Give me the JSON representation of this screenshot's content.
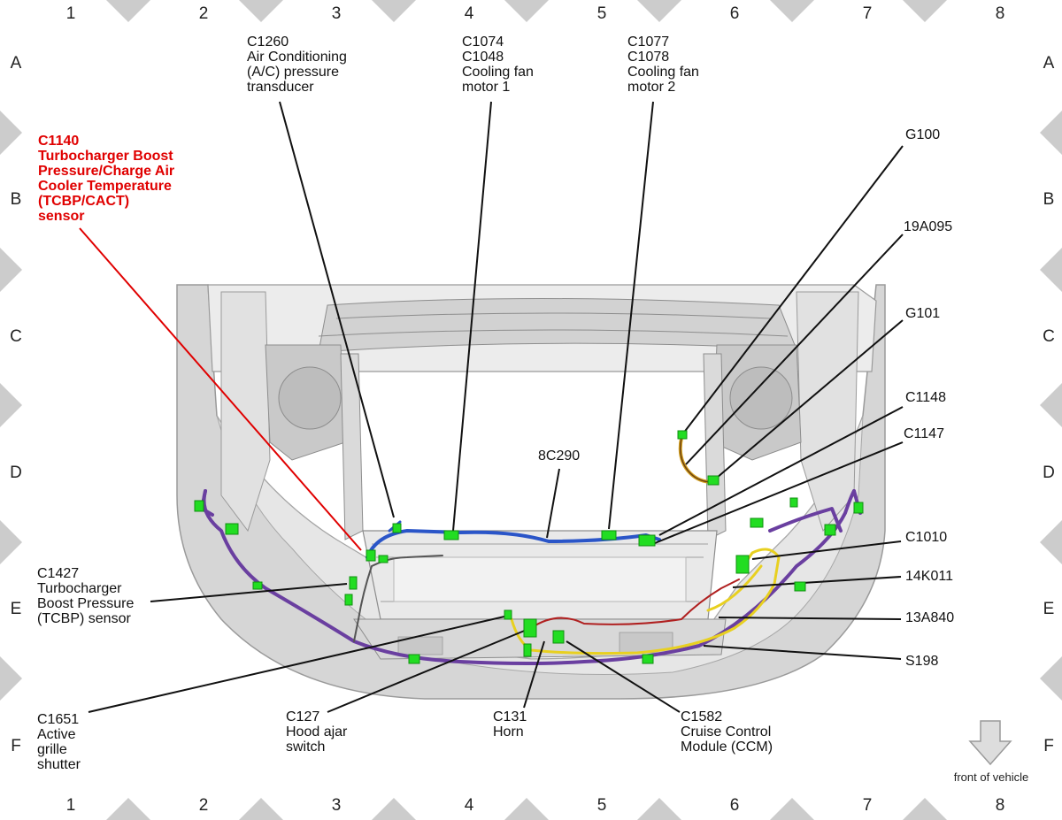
{
  "grid": {
    "columns": [
      "1",
      "2",
      "3",
      "4",
      "5",
      "6",
      "7",
      "8"
    ],
    "rows": [
      "A",
      "B",
      "C",
      "D",
      "E",
      "F"
    ]
  },
  "callouts": {
    "c1260": [
      "C1260",
      "Air Conditioning",
      "(A/C) pressure",
      "transducer"
    ],
    "c1074": [
      "C1074",
      "C1048",
      "Cooling fan",
      "motor 1"
    ],
    "c1077": [
      "C1077",
      "C1078",
      "Cooling fan",
      "motor 2"
    ],
    "c1140": [
      "C1140",
      "Turbocharger Boost",
      "Pressure/Charge Air",
      "Cooler Temperature",
      "(TCBP/CACT)",
      "sensor"
    ],
    "g100": [
      "G100"
    ],
    "n19a095": [
      "19A095"
    ],
    "g101": [
      "G101"
    ],
    "c1148": [
      "C1148"
    ],
    "c1147": [
      "C1147"
    ],
    "n8c290": [
      "8C290"
    ],
    "c1010": [
      "C1010"
    ],
    "n14k011": [
      "14K011"
    ],
    "n13a840": [
      "13A840"
    ],
    "s198": [
      "S198"
    ],
    "c1427": [
      "C1427",
      "Turbocharger",
      "Boost Pressure",
      "(TCBP) sensor"
    ],
    "c1651": [
      "C1651",
      "Active",
      "grille",
      "shutter"
    ],
    "c127": [
      "C127",
      "Hood ajar",
      "switch"
    ],
    "c131": [
      "C131",
      "Horn"
    ],
    "c1582": [
      "C1582",
      "Cruise Control",
      "Module (CCM)"
    ]
  },
  "front_of_vehicle": "front of vehicle",
  "colors": {
    "highlight": "#e00000",
    "connector": "#22dd22",
    "harness_purple": "#6a3fa0",
    "harness_blue": "#2a55c8",
    "harness_yellow": "#e8d020",
    "harness_red": "#b02020",
    "triangle": "#cccccc"
  }
}
